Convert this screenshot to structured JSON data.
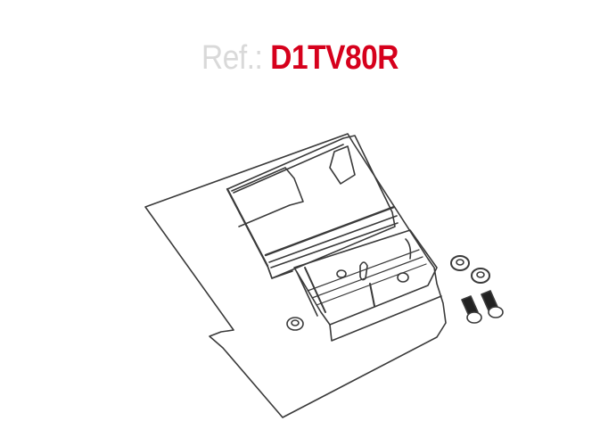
{
  "header": {
    "ref_label": "Ref.:",
    "ref_code": "D1TV80R"
  },
  "colors": {
    "label": "#d9d9d9",
    "code": "#d6001c",
    "line": "#3a3a3a"
  },
  "drawing": {
    "subject": "exploded technical line drawing of mounting bracket plate with screws and washers",
    "parts": [
      "base-plate",
      "bracket",
      "clip",
      "washer",
      "washer",
      "washer",
      "screw",
      "screw"
    ]
  }
}
